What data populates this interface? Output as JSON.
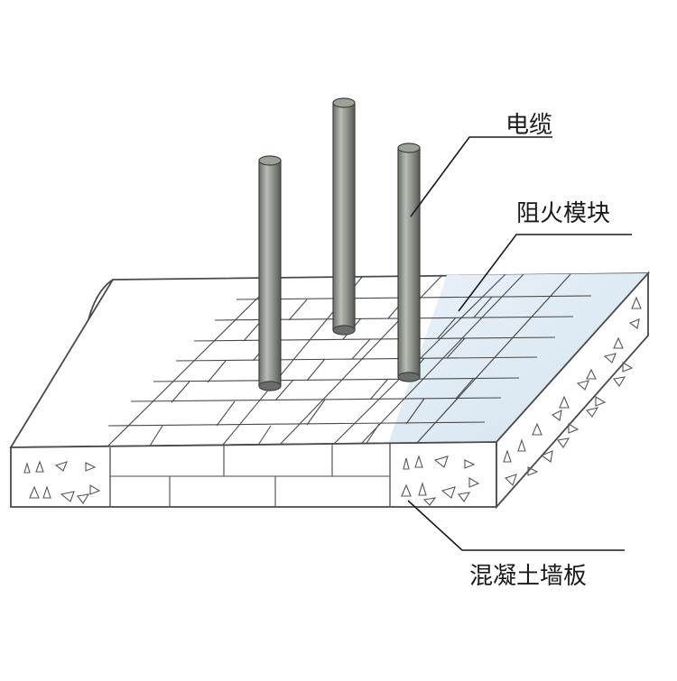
{
  "labels": {
    "cable": "电缆",
    "fire_block": "阻火模块",
    "concrete_wall": "混凝土墙板"
  },
  "colors": {
    "line": "#4a4a4a",
    "slab_top": "#ffffff",
    "fire_block_fill": "#dde9f3",
    "cable_dark": "#5b5f59",
    "cable_light": "#b4b8b0",
    "aggregate": "#555555"
  }
}
